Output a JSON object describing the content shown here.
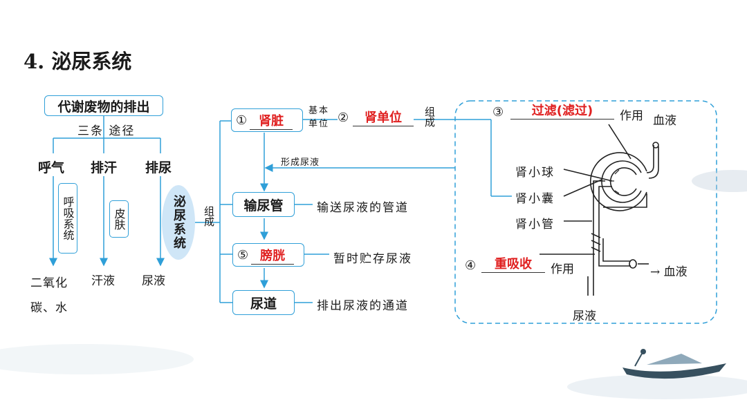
{
  "title": "4. 泌尿系统",
  "left": {
    "header": "代谢废物的排出",
    "three_ways": "三条 途径",
    "ways": [
      "呼气",
      "排汗",
      "排尿"
    ],
    "organs": [
      "呼吸系统",
      "皮肤",
      "泌尿系统"
    ],
    "products": [
      "二氧化碳、水",
      "汗液",
      "尿液"
    ],
    "zucheng": "组成"
  },
  "center": {
    "kidney_num": "①",
    "kidney": "肾脏",
    "basic_unit": "基本单位",
    "nephron_num": "②",
    "nephron": "肾单位",
    "zucheng": "组成",
    "form_urine": "形成尿液",
    "ureter": "输尿管",
    "ureter_desc": "输送尿液的管道",
    "bladder_num": "⑤",
    "bladder": "膀胱",
    "bladder_desc": "暂时贮存尿液",
    "urethra": "尿道",
    "urethra_desc": "排出尿液的通道"
  },
  "right": {
    "filter_num": "③",
    "filter": "过滤(滤过)",
    "zuoyong1": "作用",
    "blood_top": "血液",
    "glomerulus": "肾小球",
    "capsule": "肾小囊",
    "tubule": "肾小管",
    "reabsorb_num": "④",
    "reabsorb": "重吸收",
    "zuoyong2": "作用",
    "blood_right": "→ 血液",
    "urine": "尿液"
  },
  "colors": {
    "accent": "#2f9fd8",
    "answer": "#e02020"
  }
}
